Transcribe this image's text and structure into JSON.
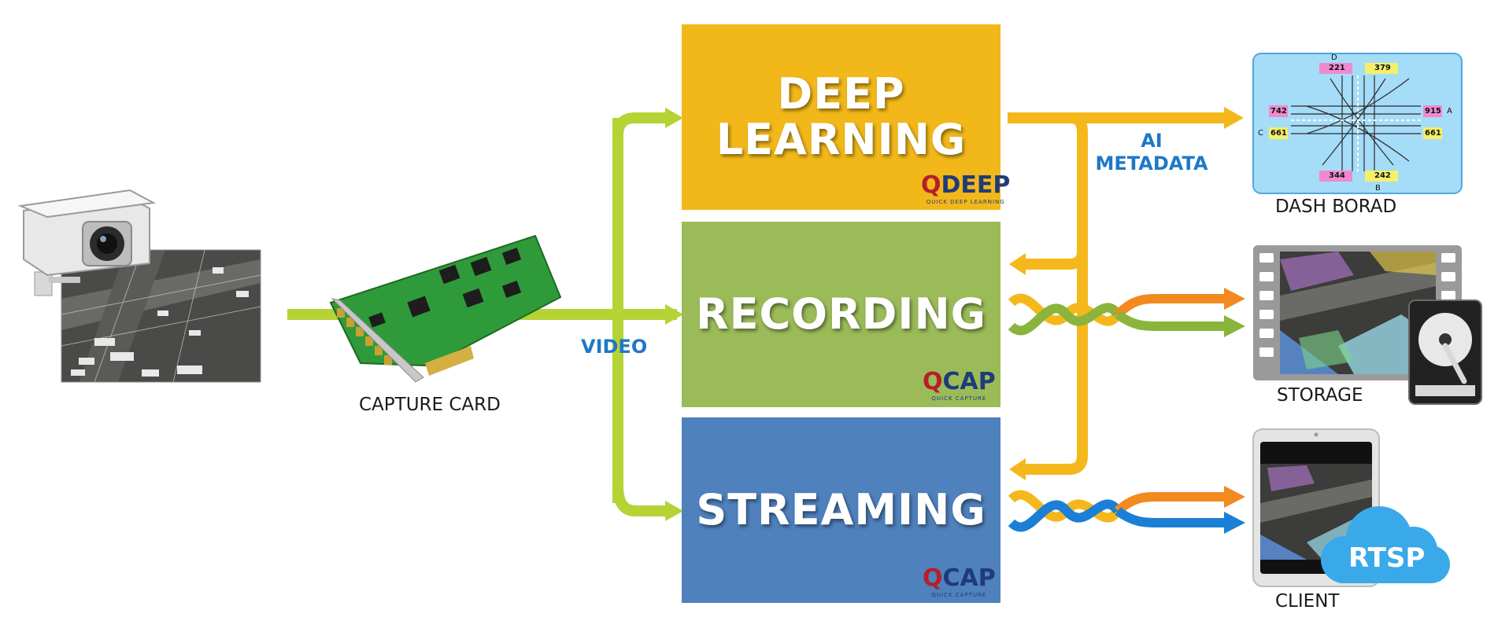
{
  "blocks": {
    "deep_learning": {
      "title": "DEEP\nLEARNING",
      "color": "#f2b81a",
      "logo_q": "Q",
      "logo_rest": "DEEP",
      "logo_sub": "QUICK DEEP LEARNING"
    },
    "recording": {
      "title": "RECORDING",
      "color": "#9bbb59",
      "logo_q": "Q",
      "logo_rest": "CAP",
      "logo_sub": "QUICK CAPTURE"
    },
    "streaming": {
      "title": "STREAMING",
      "color": "#4f81bd",
      "logo_q": "Q",
      "logo_rest": "CAP",
      "logo_sub": "QUICK CAPTURE"
    }
  },
  "labels": {
    "capture_card": "CAPTURE CARD",
    "video": "VIDEO",
    "ai_metadata": "AI\nMETADATA",
    "dashboard": "DASH BORAD",
    "storage": "STORAGE",
    "client": "CLIENT",
    "rtsp": "RTSP"
  },
  "dashboard": {
    "top_letter": "D",
    "bottom_letter": "B",
    "left_letter": "C",
    "right_letter": "A",
    "top_left_value": "221",
    "top_right_value": "379",
    "left_top_value": "742",
    "left_bottom_value": "661",
    "right_top_value": "915",
    "right_bottom_value": "661",
    "bottom_left_value": "344",
    "bottom_right_value": "242"
  },
  "colors": {
    "video_arrow": "#b5d334",
    "metadata_arrow": "#f5b81c",
    "record_arrow_orange": "#f28a1e",
    "record_arrow_green": "#8ab43c",
    "stream_arrow_blue": "#1b7fd6",
    "dashboard_bg": "#a5dcf7",
    "tile_pink": "#f08ad0",
    "tile_yellow": "#f4f06a",
    "cloud": "#39a9ea"
  }
}
